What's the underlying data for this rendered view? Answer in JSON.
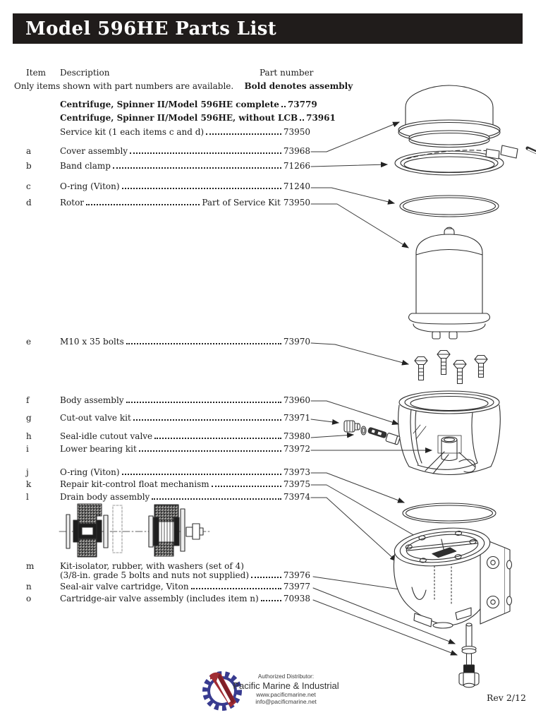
{
  "page": {
    "title": "Model 596HE Parts List",
    "rev": "Rev 2/12"
  },
  "table": {
    "headers": {
      "item": "Item",
      "description": "Description",
      "part_number": "Part number"
    },
    "note_regular": "Only items shown with part numbers are available.",
    "note_bold": "Bold denotes assembly",
    "rows": [
      {
        "item": "",
        "desc": "Centrifuge, Spinner II/Model 596HE complete",
        "num": "73779",
        "bold": true
      },
      {
        "item": "",
        "desc": "Centrifuge, Spinner II/Model 596HE, without LCB",
        "num": "73961",
        "bold": true
      },
      {
        "item": "",
        "desc": "Service kit (1 each items c and d)",
        "num": "73950"
      },
      {
        "item": "a",
        "desc": "Cover assembly",
        "num": "73968"
      },
      {
        "item": "b",
        "desc": "Band clamp",
        "num": "71266"
      },
      {
        "item": "c",
        "desc": "O-ring (Viton)",
        "num": "71240"
      },
      {
        "item": "d",
        "desc": "Rotor",
        "num_prefix": "Part of Service Kit",
        "num": "73950"
      },
      {
        "item": "e",
        "desc": "M10 x 35 bolts",
        "num": "73970"
      },
      {
        "item": "f",
        "desc": "Body assembly",
        "num": "73960"
      },
      {
        "item": "g",
        "desc": "Cut-out valve kit",
        "num": "73971"
      },
      {
        "item": "h",
        "desc": "Seal-idle cutout valve",
        "num": "73980"
      },
      {
        "item": "i",
        "desc": "Lower bearing kit",
        "num": "73972"
      },
      {
        "item": "j",
        "desc": "O-ring (Viton)",
        "num": "73973"
      },
      {
        "item": "k",
        "desc": "Repair kit-control float mechanism",
        "num": "73975"
      },
      {
        "item": "l",
        "desc": "Drain body assembly",
        "num": "73974"
      },
      {
        "item": "m",
        "desc_line1": "Kit-isolator, rubber, with washers (set of 4)",
        "desc": "(3/8-in. grade 5 bolts and nuts not supplied)",
        "num": "73976"
      },
      {
        "item": "n",
        "desc": "Seal-air valve cartridge, Viton",
        "num": "73977"
      },
      {
        "item": "o",
        "desc": "Cartridge-air valve assembly (includes item n)",
        "num": "70938"
      }
    ]
  },
  "diagram": {
    "type": "exploded-view-illustration",
    "parts_depicted": [
      "cover-assembly",
      "band-clamp",
      "o-ring",
      "rotor",
      "m10-bolts",
      "body-assembly",
      "cut-out-valve-kit",
      "seal-idle-cutout-valve",
      "lower-bearing",
      "o-ring-lower",
      "control-float-mechanism",
      "drain-body-assembly",
      "isolator-kit-cross-section",
      "air-valve-cartridge"
    ]
  },
  "footer": {
    "distributor_label": "Authorized Distributor:",
    "distributor_name": "Pacific Marine & Industrial",
    "website": "www.pacificmarine.net",
    "email": "info@pacificmarine.net"
  },
  "colors": {
    "header_bar": "#201c1b",
    "text": "#1b1b1b",
    "line": "#2f2f2f",
    "logo_blue": "#383b90",
    "logo_red": "#a12c34"
  }
}
